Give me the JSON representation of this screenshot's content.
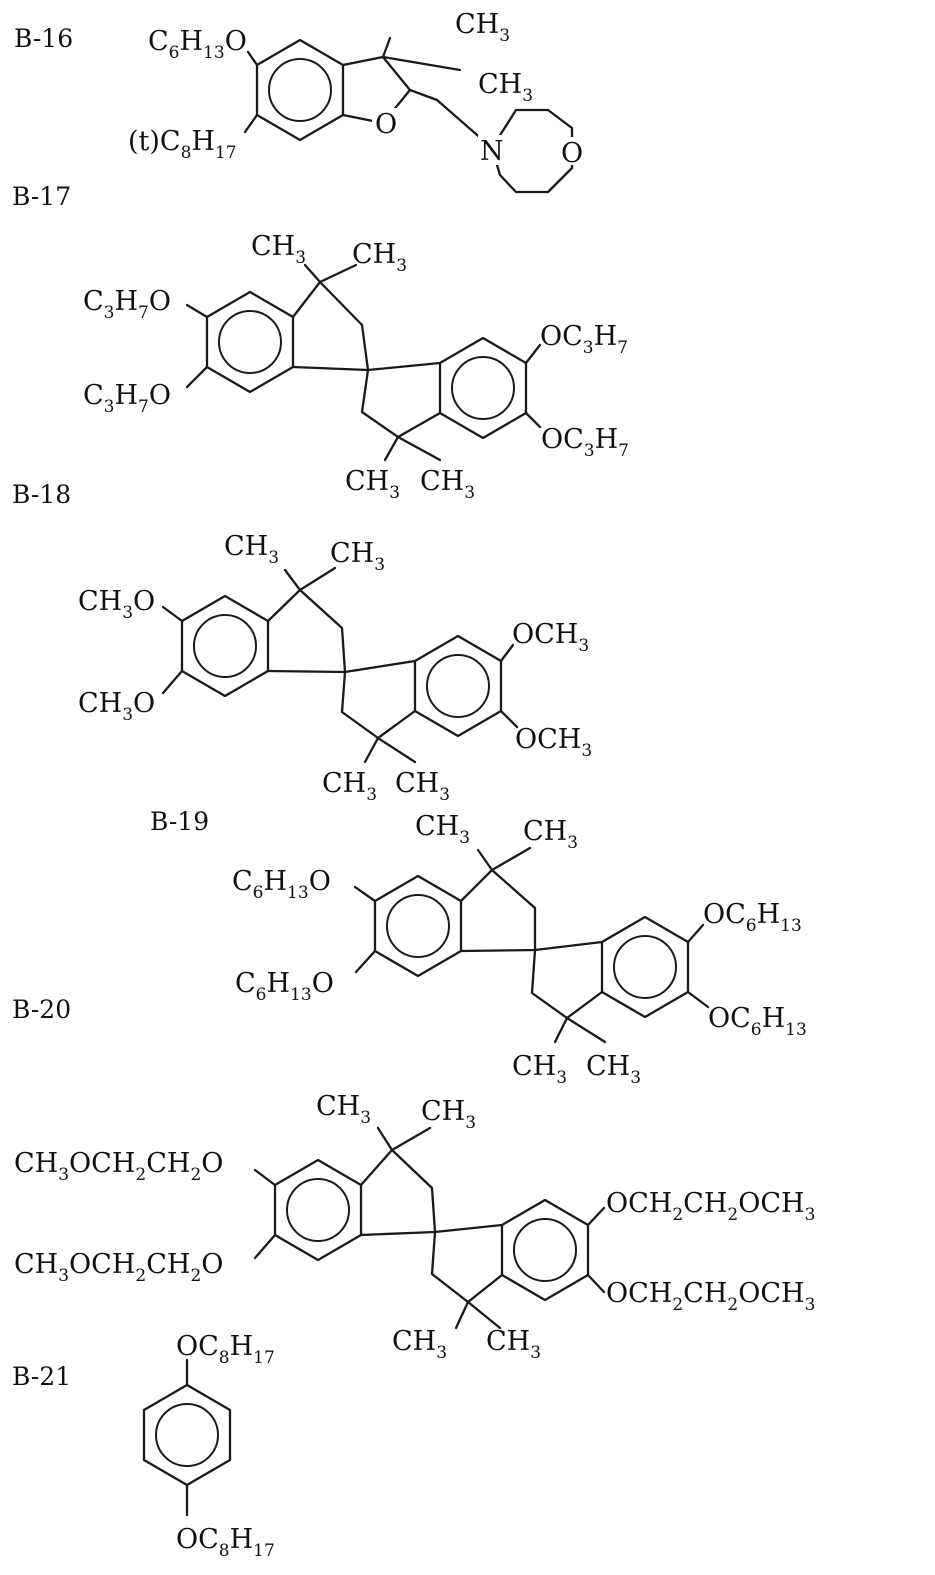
{
  "colors": {
    "ink": "#111111",
    "paper": "#ffffff"
  },
  "compounds": {
    "b16": {
      "label": "B-16",
      "substituents": {
        "hexyloxy": [
          "C",
          "6",
          "H",
          "13",
          "O"
        ],
        "tert_octyl": [
          "(t)C",
          "8",
          "H",
          "17"
        ],
        "methyl_top": [
          "CH",
          "3"
        ],
        "methyl_right": [
          "CH",
          "3"
        ],
        "ring_oxygen": "O",
        "nitrogen": "N",
        "morpholine_oxygen": "O"
      }
    },
    "b17": {
      "label": "B-17",
      "substituents": {
        "upper_left": [
          "C",
          "3",
          "H",
          "7",
          "O"
        ],
        "lower_left": [
          "C",
          "3",
          "H",
          "7",
          "O"
        ],
        "upper_right": [
          "OC",
          "3",
          "H",
          "7"
        ],
        "lower_right": [
          "OC",
          "3",
          "H",
          "7"
        ],
        "top_methyls": [
          [
            "CH",
            "3"
          ],
          [
            "CH",
            "3"
          ]
        ],
        "bottom_methyls": [
          [
            "CH",
            "3"
          ],
          [
            "CH",
            "3"
          ]
        ]
      }
    },
    "b18": {
      "label": "B-18",
      "substituents": {
        "upper_left": [
          "CH",
          "3",
          "O"
        ],
        "lower_left": [
          "CH",
          "3",
          "O"
        ],
        "upper_right": [
          "OCH",
          "3"
        ],
        "lower_right": [
          "OCH",
          "3"
        ],
        "top_methyls": [
          [
            "CH",
            "3"
          ],
          [
            "CH",
            "3"
          ]
        ],
        "bottom_methyls": [
          [
            "CH",
            "3"
          ],
          [
            "CH",
            "3"
          ]
        ]
      }
    },
    "b19": {
      "label": "B-19",
      "substituents": {
        "upper_left": [
          "C",
          "6",
          "H",
          "13",
          "O"
        ],
        "lower_left": [
          "C",
          "6",
          "H",
          "13",
          "O"
        ],
        "upper_right": [
          "OC",
          "6",
          "H",
          "13"
        ],
        "lower_right": [
          "OC",
          "6",
          "H",
          "13"
        ],
        "top_methyls": [
          [
            "CH",
            "3"
          ],
          [
            "CH",
            "3"
          ]
        ],
        "bottom_methyls": [
          [
            "CH",
            "3"
          ],
          [
            "CH",
            "3"
          ]
        ]
      }
    },
    "b20": {
      "label": "B-20",
      "substituents": {
        "upper_left": [
          "CH",
          "3",
          "OCH",
          "2",
          "CH",
          "2",
          "O"
        ],
        "lower_left": [
          "CH",
          "3",
          "OCH",
          "2",
          "CH",
          "2",
          "O"
        ],
        "upper_right": [
          "OCH",
          "2",
          "CH",
          "2",
          "OCH",
          "3"
        ],
        "lower_right": [
          "OCH",
          "2",
          "CH",
          "2",
          "OCH",
          "3"
        ],
        "top_methyls": [
          [
            "CH",
            "3"
          ],
          [
            "CH",
            "3"
          ]
        ],
        "bottom_methyls": [
          [
            "CH",
            "3"
          ],
          [
            "CH",
            "3"
          ]
        ]
      }
    },
    "b21": {
      "label": "B-21",
      "substituents": {
        "top": [
          "OC",
          "8",
          "H",
          "17"
        ],
        "bottom": [
          "OC",
          "8",
          "H",
          "17"
        ]
      }
    }
  }
}
